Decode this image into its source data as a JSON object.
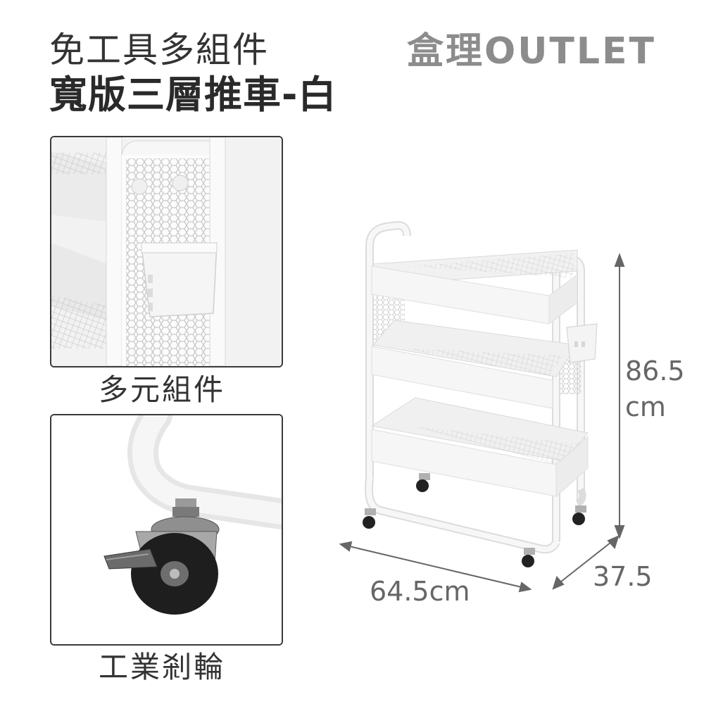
{
  "header": {
    "title_line1": "免工具多組件",
    "title_line2": "寬版三層推車-白",
    "brand": "盒理OUTLET"
  },
  "details": [
    {
      "caption": "多元組件",
      "image": "mesh-panel-hooks-and-cup-closeup"
    },
    {
      "caption": "工業剎輪",
      "image": "locking-caster-wheel-closeup"
    }
  ],
  "dimensions": {
    "height_value": "86.5",
    "height_unit": "cm",
    "width": "64.5cm",
    "depth": "37.5"
  },
  "colors": {
    "title": "#333333",
    "brand": "#8c8c8c",
    "frame_border": "#3a3a3a",
    "dimension_text": "#666666",
    "cart_white": "#f4f4f4"
  }
}
